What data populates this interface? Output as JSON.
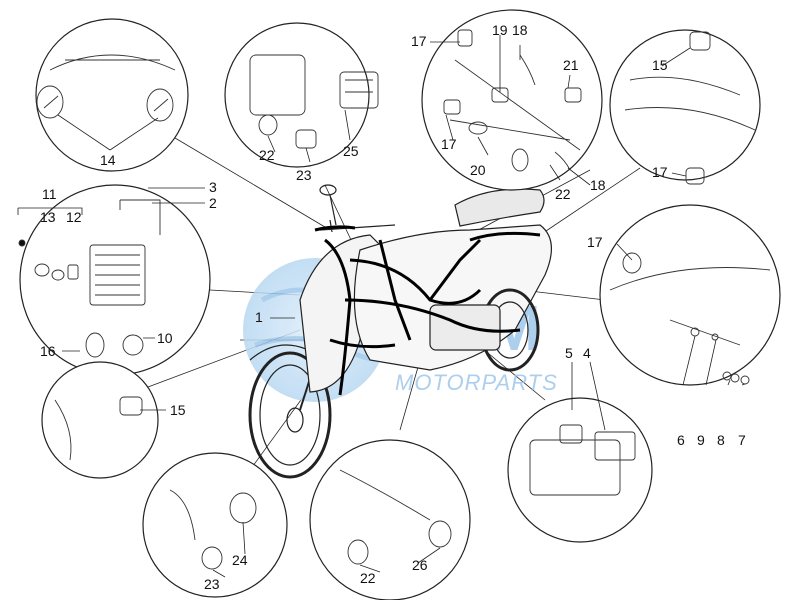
{
  "watermark": {
    "brand": "GSM",
    "sub": "MOTORPARTS"
  },
  "callouts": {
    "c1": "1",
    "c2": "2",
    "c3": "3",
    "c4": "4",
    "c5": "5",
    "c6": "6",
    "c7": "7",
    "c8": "8",
    "c9": "9",
    "c10": "10",
    "c11": "11",
    "c12": "12",
    "c13": "13",
    "c14": "14",
    "c15a": "15",
    "c15b": "15",
    "c16": "16",
    "c17a": "17",
    "c17b": "17",
    "c17c": "17",
    "c17d": "17",
    "c18a": "18",
    "c18b": "18",
    "c19": "19",
    "c20": "20",
    "c21": "21",
    "c22a": "22",
    "c22b": "22",
    "c22c": "22",
    "c23a": "23",
    "c23b": "23",
    "c24": "24",
    "c25": "25",
    "c26": "26"
  }
}
